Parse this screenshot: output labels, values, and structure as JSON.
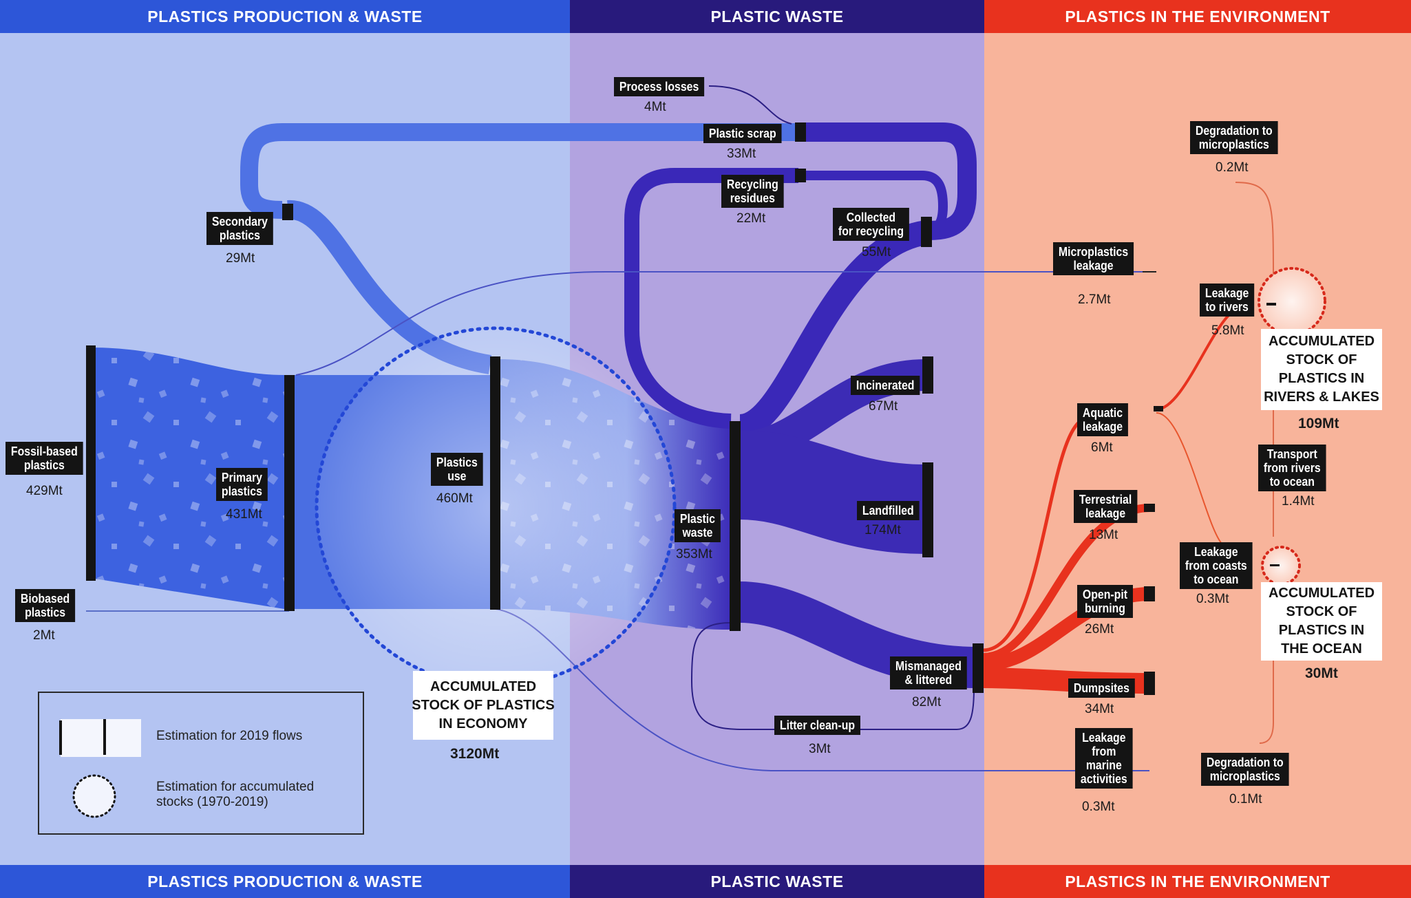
{
  "headers": {
    "production": "PLASTICS PRODUCTION & WASTE",
    "waste": "PLASTIC WASTE",
    "environment": "PLASTICS IN THE ENVIRONMENT"
  },
  "colors": {
    "production_bg": "#b4c4f2",
    "waste_bg": "#b2a3e0",
    "environment_bg": "#f8b49b",
    "production_accent": "#2d56d8",
    "waste_accent": "#281a7c",
    "environment_accent": "#e8321e",
    "node_bar": "#141414"
  },
  "nodes": {
    "fossil": {
      "label": "Fossil-based\nplastics",
      "value": "429Mt"
    },
    "biobased": {
      "label": "Biobased\nplastics",
      "value": "2Mt"
    },
    "primary": {
      "label": "Primary\nplastics",
      "value": "431Mt"
    },
    "secondary": {
      "label": "Secondary\nplastics",
      "value": "29Mt"
    },
    "use": {
      "label": "Plastics\nuse",
      "value": "460Mt"
    },
    "process_losses": {
      "label": "Process losses",
      "value": "4Mt"
    },
    "scrap": {
      "label": "Plastic scrap",
      "value": "33Mt"
    },
    "residues": {
      "label": "Recycling\nresidues",
      "value": "22Mt"
    },
    "collected": {
      "label": "Collected\nfor recycling",
      "value": "55Mt"
    },
    "incinerated": {
      "label": "Incinerated",
      "value": "67Mt"
    },
    "landfilled": {
      "label": "Landfilled",
      "value": "174Mt"
    },
    "waste": {
      "label": "Plastic\nwaste",
      "value": "353Mt"
    },
    "mismanaged": {
      "label": "Mismanaged\n& littered",
      "value": "82Mt"
    },
    "litter": {
      "label": "Litter clean-up",
      "value": "3Mt"
    },
    "micro_leak": {
      "label": "Microplastics\nleakage",
      "value": "2.7Mt"
    },
    "aquatic": {
      "label": "Aquatic\nleakage",
      "value": "6Mt"
    },
    "terrestrial": {
      "label": "Terrestrial\nleakage",
      "value": "13Mt"
    },
    "openpit": {
      "label": "Open-pit\nburning",
      "value": "26Mt"
    },
    "dumpsites": {
      "label": "Dumpsites",
      "value": "34Mt"
    },
    "marine": {
      "label": "Leakage\nfrom\nmarine\nactivities",
      "value": "0.3Mt"
    },
    "rivers": {
      "label": "Leakage\nto rivers",
      "value": "5.8Mt"
    },
    "coasts": {
      "label": "Leakage\nfrom coasts\nto ocean",
      "value": "0.3Mt"
    },
    "transport": {
      "label": "Transport\nfrom rivers\nto ocean",
      "value": "1.4Mt"
    },
    "degr_top": {
      "label": "Degradation to\nmicroplastics",
      "value": "0.2Mt"
    },
    "degr_bottom": {
      "label": "Degradation to\nmicroplastics",
      "value": "0.1Mt"
    }
  },
  "stocks": {
    "economy": {
      "label": "ACCUMULATED\nSTOCK OF PLASTICS\nIN ECONOMY",
      "value": "3120Mt"
    },
    "rivers": {
      "label": "ACCUMULATED\nSTOCK OF\nPLASTICS IN\nRIVERS & LAKES",
      "value": "109Mt"
    },
    "ocean": {
      "label": "ACCUMULATED\nSTOCK OF\nPLASTICS IN\nTHE OCEAN",
      "value": "30Mt"
    }
  },
  "legend": {
    "flows": "Estimation for 2019 flows",
    "stocks": "Estimation for accumulated\nstocks (1970-2019)"
  }
}
